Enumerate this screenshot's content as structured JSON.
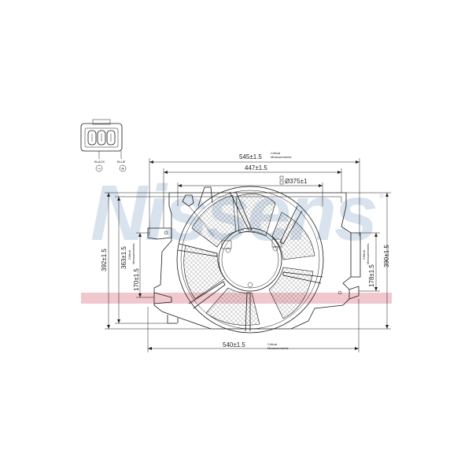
{
  "watermark": {
    "brand": "Nissens"
  },
  "connector": {
    "pin_black": "BLACK",
    "pin_blue": "BLUE",
    "minus_symbol": "−",
    "plus_symbol": "+"
  },
  "dimensions": {
    "top_overall": "545±1.5",
    "top_inner": "447±1.5",
    "fan_diameter": "Ø375±1",
    "bottom_overall": "540±1.5",
    "left_overall": "392±1.5",
    "left_inner": "363±1.5",
    "left_mount": "170±1.5",
    "right_mount": "178±1.5",
    "right_overall": "390±1.5",
    "critical_label_1": "Critical",
    "critical_label_2": "Measurements"
  },
  "colors": {
    "watermark": "#d9e3ee",
    "band": "#f0c8cd",
    "line": "#1a1a1a"
  }
}
